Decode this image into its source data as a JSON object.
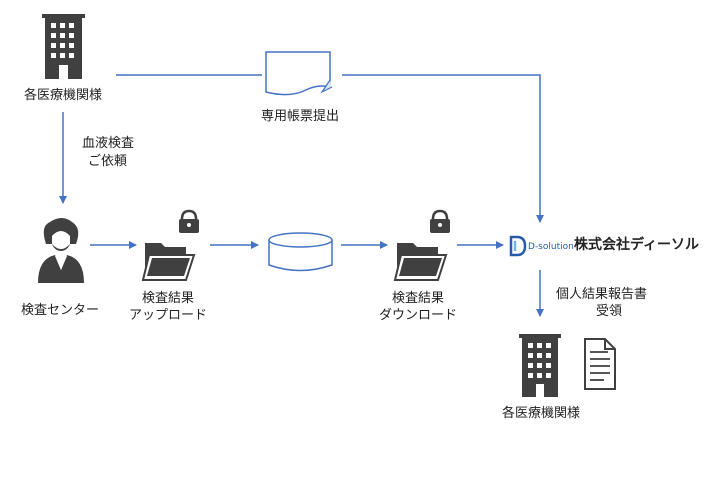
{
  "nodes": {
    "hospital_top": "各医療機関様",
    "form_submit": "専用帳票提出",
    "blood_request": [
      "血液検査",
      "ご依頼"
    ],
    "test_center": "検査センター",
    "result_upload": [
      "検査結果",
      "アップロード"
    ],
    "result_download": [
      "検査結果",
      "ダウンロード"
    ],
    "company_logo_text": "D-solution",
    "company_name": "株式会社ディーソル",
    "personal_report": [
      "個人結果報告書",
      "受領"
    ],
    "hospital_bottom": "各医療機関様"
  },
  "icons": {
    "building": "building-icon",
    "document": "document-icon",
    "person": "person-icon",
    "folder": "folder-icon",
    "lock": "lock-icon",
    "database": "database-icon",
    "report": "report-icon"
  },
  "colors": {
    "arrow": "#4472c4",
    "icon": "#404040"
  }
}
